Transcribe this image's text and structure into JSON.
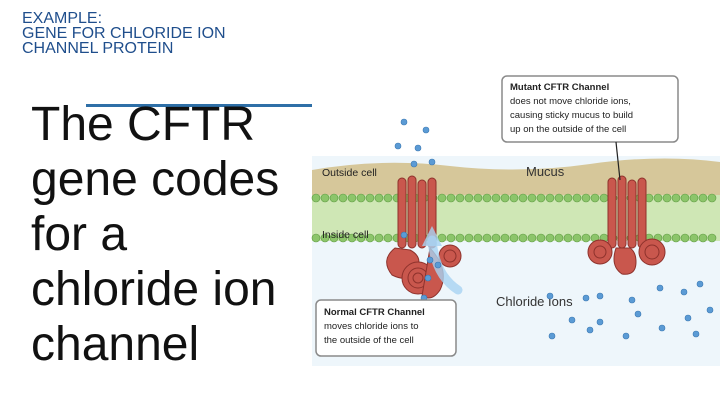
{
  "header": {
    "line1": "EXAMPLE:",
    "line2": "GENE FOR CHLORIDE ION",
    "line3": "CHANNEL PROTEIN"
  },
  "body": {
    "lines": [
      "The CFTR",
      "gene codes",
      "for a",
      "chloride ion",
      "channel"
    ]
  },
  "diagram": {
    "outside_label": "Outside cell",
    "inside_label": "Inside cell",
    "mucus_label": "Mucus",
    "chloride_label": "Chloride Ions",
    "mutant_box": {
      "title": "Mutant CFTR Channel",
      "lines": [
        "does not move chloride ions,",
        "causing sticky mucus to build",
        "up on the outside of the cell"
      ]
    },
    "normal_box": {
      "title": "Normal CFTR Channel",
      "lines": [
        "moves chloride ions to",
        "the outside of the cell"
      ]
    },
    "colors": {
      "membrane_green": "#8cc56a",
      "mucus": "#d6c79a",
      "protein": "#c9574d",
      "ion": "#5b9bd5"
    }
  }
}
